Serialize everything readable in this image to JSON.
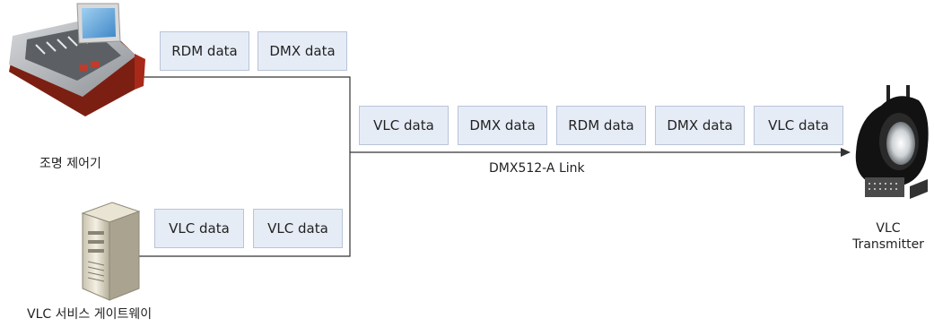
{
  "nodes": {
    "console_label": "조명 제어기",
    "gateway_label": "VLC 서비스 게이트웨이",
    "transmitter_label_line1": "VLC",
    "transmitter_label_line2": "Transmitter"
  },
  "link_label": "DMX512-A Link",
  "packets": {
    "console": [
      "RDM data",
      "DMX data"
    ],
    "gateway": [
      "VLC data",
      "VLC data"
    ],
    "link": [
      "VLC data",
      "DMX data",
      "RDM data",
      "DMX data",
      "VLC data"
    ]
  },
  "colors": {
    "packet_fill": "#e6ecf6",
    "packet_border": "#b9c4d8",
    "line": "#333333"
  },
  "icons": {
    "console": "lighting-console-icon",
    "gateway": "server-tower-icon",
    "transmitter": "spotlight-icon"
  }
}
